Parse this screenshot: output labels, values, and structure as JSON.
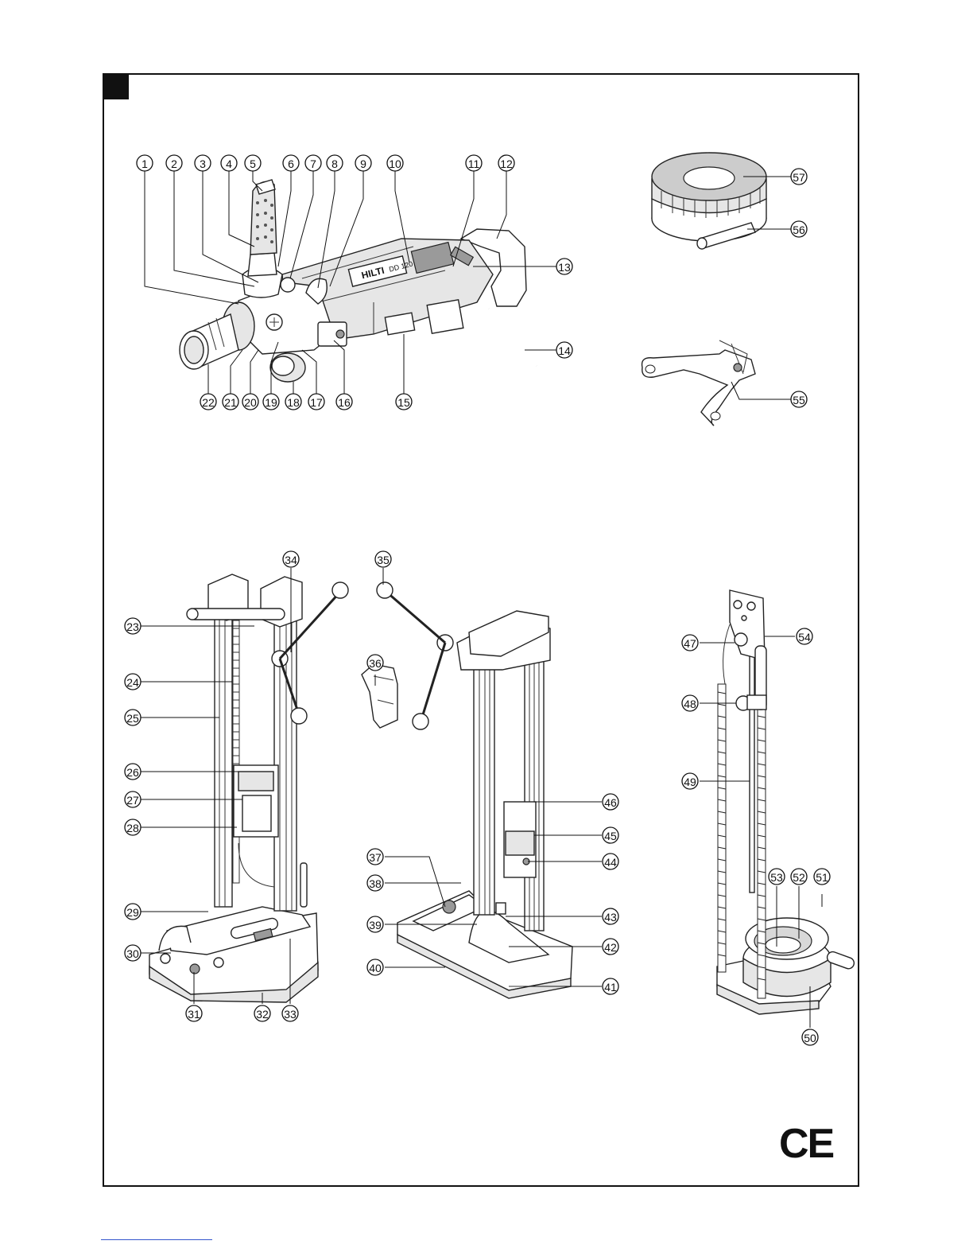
{
  "brand_mark": "HILTI",
  "model_mark": "DD 120",
  "conformity_mark": "CE",
  "callouts": [
    {
      "n": "1"
    },
    {
      "n": "2"
    },
    {
      "n": "3"
    },
    {
      "n": "4"
    },
    {
      "n": "5"
    },
    {
      "n": "6"
    },
    {
      "n": "7"
    },
    {
      "n": "8"
    },
    {
      "n": "9"
    },
    {
      "n": "10"
    },
    {
      "n": "11"
    },
    {
      "n": "12"
    },
    {
      "n": "13"
    },
    {
      "n": "14"
    },
    {
      "n": "15"
    },
    {
      "n": "16"
    },
    {
      "n": "17"
    },
    {
      "n": "18"
    },
    {
      "n": "19"
    },
    {
      "n": "20"
    },
    {
      "n": "21"
    },
    {
      "n": "22"
    },
    {
      "n": "23"
    },
    {
      "n": "24"
    },
    {
      "n": "25"
    },
    {
      "n": "26"
    },
    {
      "n": "27"
    },
    {
      "n": "28"
    },
    {
      "n": "29"
    },
    {
      "n": "30"
    },
    {
      "n": "31"
    },
    {
      "n": "32"
    },
    {
      "n": "33"
    },
    {
      "n": "34"
    },
    {
      "n": "35"
    },
    {
      "n": "36"
    },
    {
      "n": "37"
    },
    {
      "n": "38"
    },
    {
      "n": "39"
    },
    {
      "n": "40"
    },
    {
      "n": "41"
    },
    {
      "n": "42"
    },
    {
      "n": "43"
    },
    {
      "n": "44"
    },
    {
      "n": "45"
    },
    {
      "n": "46"
    },
    {
      "n": "47"
    },
    {
      "n": "48"
    },
    {
      "n": "49"
    },
    {
      "n": "50"
    },
    {
      "n": "51"
    },
    {
      "n": "52"
    },
    {
      "n": "53"
    },
    {
      "n": "54"
    },
    {
      "n": "55"
    },
    {
      "n": "56"
    },
    {
      "n": "57"
    }
  ]
}
